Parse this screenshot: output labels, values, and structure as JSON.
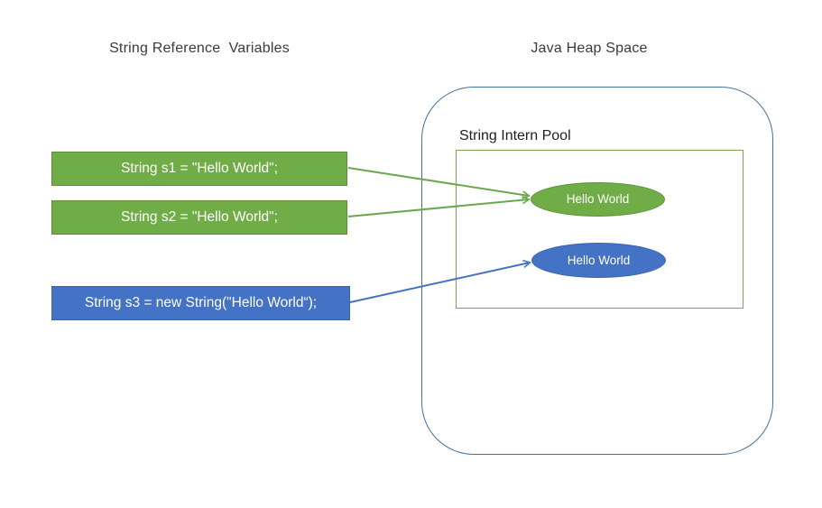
{
  "titles": {
    "left": "String Reference  Variables",
    "right": "Java Heap Space"
  },
  "heap": {
    "pool_label": "String Intern Pool"
  },
  "variables": [
    {
      "id": "s1",
      "label": "String s1 = \"Hello World\";",
      "fill": "#70AD47",
      "text_color": "#ffffff"
    },
    {
      "id": "s2",
      "label": "String s2 = \"Hello World\";",
      "fill": "#70AD47",
      "text_color": "#ffffff"
    },
    {
      "id": "s3",
      "label": "String s3 = new String(\"Hello World“);",
      "fill": "#4472C4",
      "text_color": "#ffffff"
    }
  ],
  "pool_objects": [
    {
      "id": "interned-string",
      "label": "Hello World",
      "fill": "#70AD47"
    },
    {
      "id": "heap-string",
      "label": "Hello World",
      "fill": "#4472C4"
    }
  ],
  "arrows": [
    {
      "from": "s1",
      "to": "interned-string",
      "color": "#6aa84f"
    },
    {
      "from": "s2",
      "to": "interned-string",
      "color": "#6aa84f"
    },
    {
      "from": "s3",
      "to": "heap-string",
      "color": "#4472C4"
    }
  ],
  "colors": {
    "green_fill": "#70AD47",
    "green_border": "#5b9038",
    "blue_fill": "#4472C4",
    "blue_border": "#3a65ae",
    "heap_border": "#41719C",
    "pool_border": "#79a654",
    "title_text": "#3b3b3b"
  }
}
